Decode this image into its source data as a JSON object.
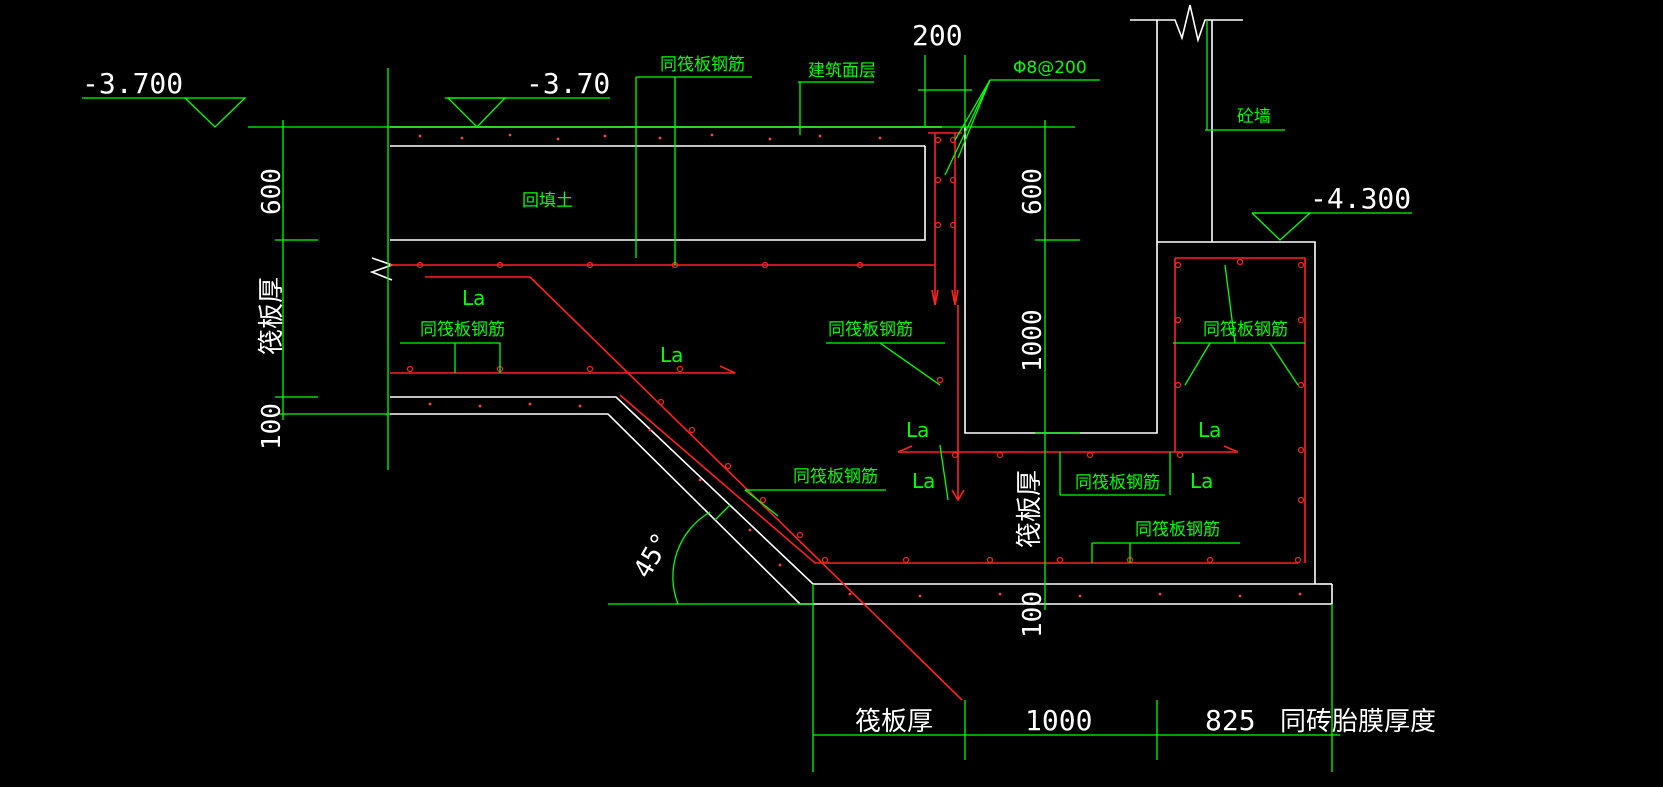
{
  "elevations": {
    "left": "-3.700",
    "middle": "-3.70",
    "right": "-4.300"
  },
  "dims": {
    "top_200": "200",
    "left_600": "600",
    "left_raft": "筏板厚",
    "left_100": "100",
    "mid_600": "600",
    "mid_1000": "1000",
    "mid_raft": "筏板厚",
    "bottom_100": "100",
    "bottom_raft": "筏板厚",
    "bottom_1000": "1000",
    "bottom_825": "825",
    "bottom_note": "同砖胎膜厚度",
    "angle": "45°"
  },
  "labels": {
    "same_rebar_top": "同筏板钢筋",
    "finish_layer": "建筑面层",
    "stirrup": "Φ8@200",
    "concrete_wall": "砼墙",
    "backfill": "回填土",
    "same_rebar_left": "同筏板钢筋",
    "same_rebar_mid": "同筏板钢筋",
    "same_rebar_right_box": "同筏板钢筋",
    "same_rebar_slope": "同筏板钢筋",
    "same_rebar_pit_bottom": "同筏板钢筋",
    "same_rebar_bottom": "同筏板钢筋",
    "la_1": "La",
    "la_2": "La",
    "la_3": "La",
    "la_4": "La",
    "la_5": "La",
    "la_6": "La"
  },
  "colors": {
    "background": "#000000",
    "outline": "#ffffff",
    "annotation": "#00ff00",
    "rebar": "#ff2020"
  }
}
